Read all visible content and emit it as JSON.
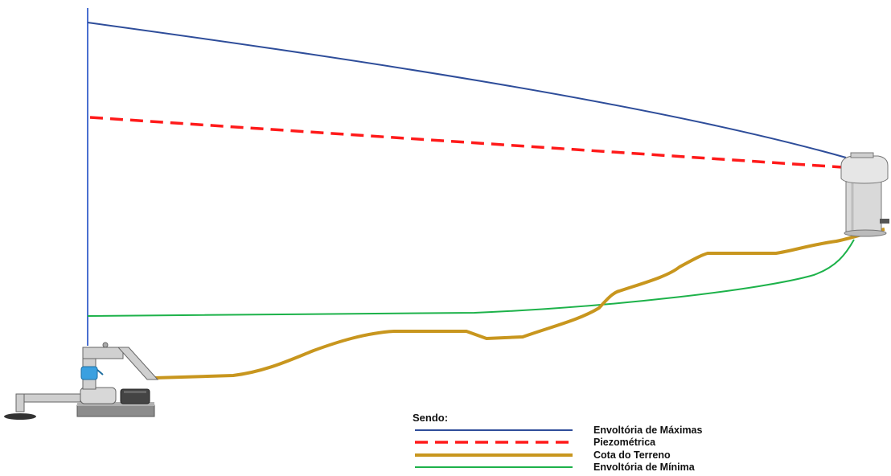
{
  "legend": {
    "title": "Sendo:",
    "items": [
      {
        "id": "max",
        "label": "Envoltória de Máximas",
        "color": "#2e4d9a",
        "dash": false,
        "width": 2
      },
      {
        "id": "piezo",
        "label": "Piezométrica",
        "color": "#ff1a1a",
        "dash": true,
        "width": 3
      },
      {
        "id": "terrain",
        "label": "Cota do Terreno",
        "color": "#c8961e",
        "dash": false,
        "width": 4
      },
      {
        "id": "min",
        "label": "Envoltória de Mínima",
        "color": "#1db24a",
        "dash": false,
        "width": 2
      }
    ]
  },
  "components": {
    "pump_station": "pump-station-illustration",
    "reservoir": "water-tank-illustration"
  },
  "colors": {
    "max_envelope": "#2e4d9a",
    "piezometric": "#ff1a1a",
    "terrain": "#c8961e",
    "min_envelope": "#1db24a",
    "vertical_line": "#4a6fd0"
  }
}
